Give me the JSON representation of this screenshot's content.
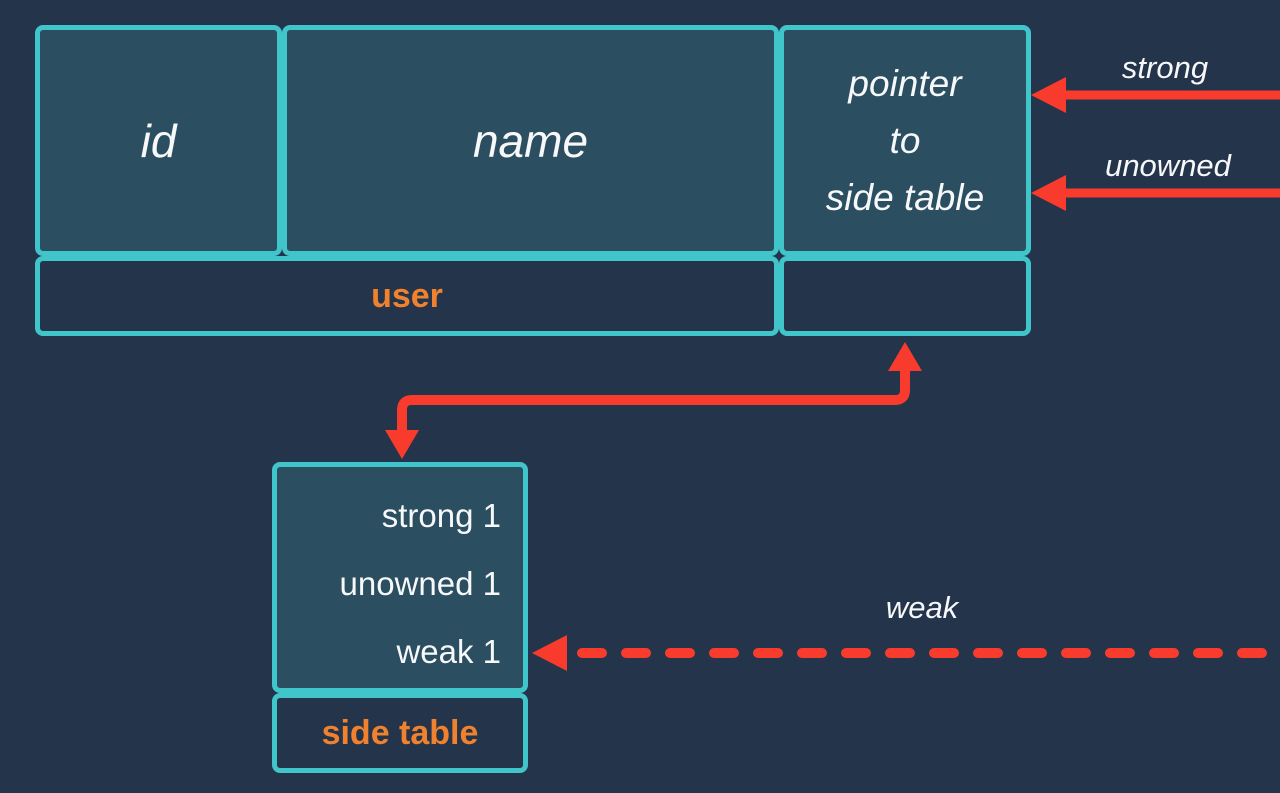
{
  "colors": {
    "background": "#24344a",
    "cell_fill": "#2b4e61",
    "border_cyan": "#40c5cb",
    "arrow_red": "#f93b2e",
    "accent_orange": "#ef812f",
    "text_white": "#f6f8fa"
  },
  "user_table": {
    "id_label": "id",
    "name_label": "name",
    "pointer_label": "pointer\nto\nside table",
    "caption": "user"
  },
  "side_table": {
    "rows": [
      "strong 1",
      "unowned 1",
      "weak 1"
    ],
    "caption": "side table"
  },
  "arrow_labels": {
    "strong": "strong",
    "unowned": "unowned",
    "weak": "weak"
  }
}
